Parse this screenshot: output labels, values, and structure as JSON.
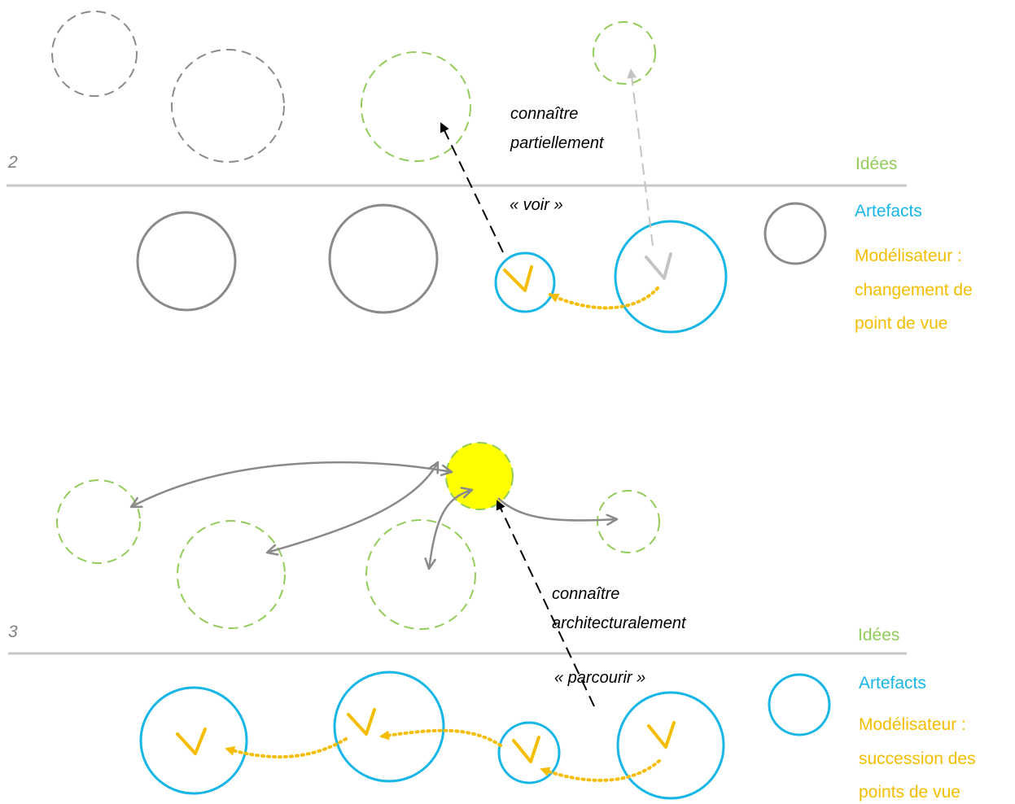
{
  "colors": {
    "idea": "#93cc5a",
    "artefact": "#17b6e6",
    "modeler": "#f5bd00",
    "neutral": "#8a8a8a",
    "light": "#c4c4c4",
    "highlight": "#ffff00",
    "separator": "#c8c8c8"
  },
  "panel2": {
    "number": "2",
    "label_know": [
      "connaître",
      "partiellement"
    ],
    "label_see": "« voir »",
    "legend": {
      "ideas": "Idées",
      "artefacts": "Artefacts",
      "modeler": [
        "Modélisateur :",
        "changement de",
        "point de vue"
      ]
    }
  },
  "panel3": {
    "number": "3",
    "label_know": [
      "connaître",
      "architecturalement"
    ],
    "label_walk": "« parcourir »",
    "legend": {
      "ideas": "Idées",
      "artefacts": "Artefacts",
      "modeler": [
        "Modélisateur :",
        "succession des",
        "points de vue"
      ]
    }
  }
}
